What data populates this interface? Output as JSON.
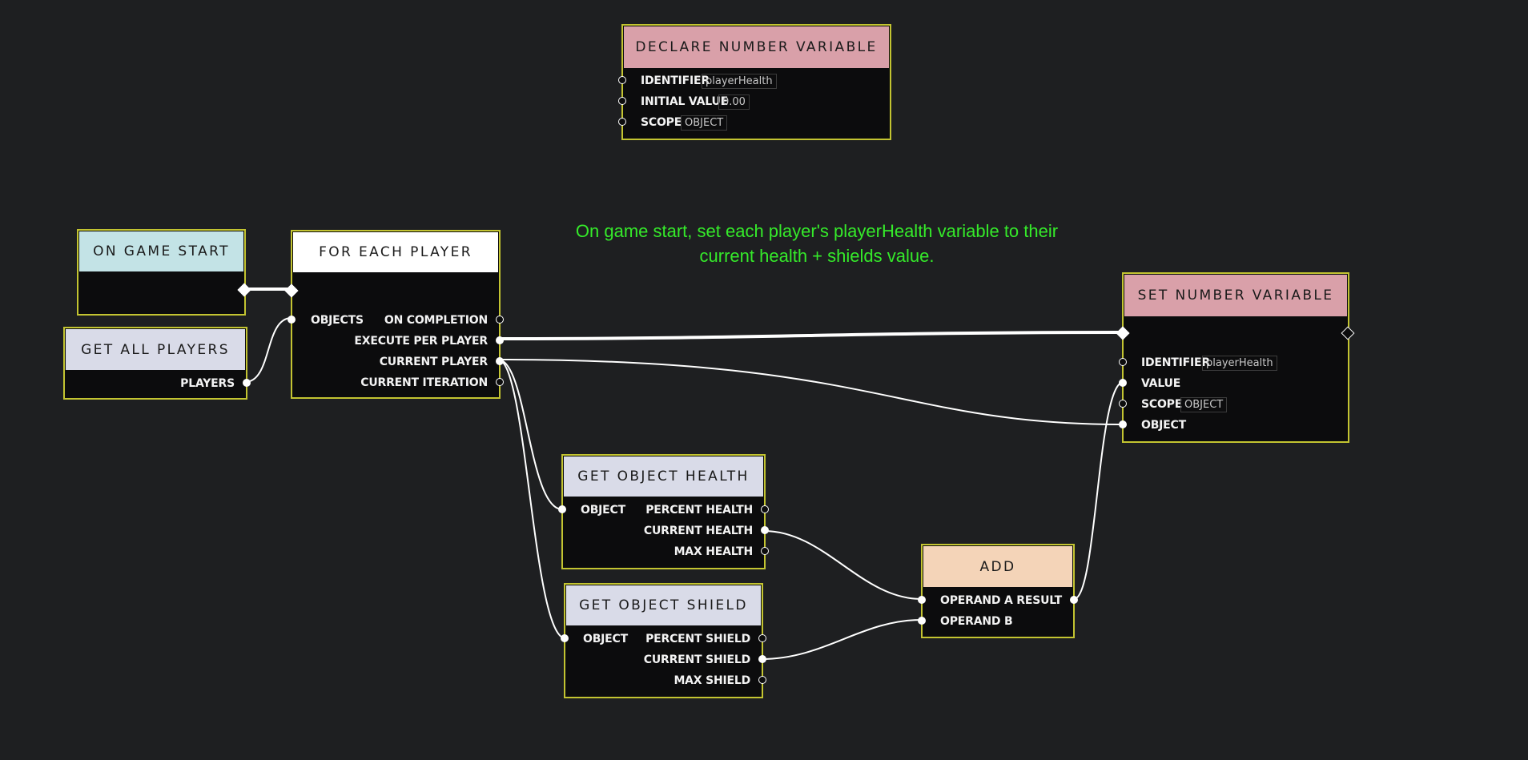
{
  "comment": {
    "line1": "On game start, set each player's playerHealth variable to their",
    "line2": "current health + shields value."
  },
  "colors": {
    "background": "#1e1f21",
    "node_border": "#c3c431",
    "comment": "#35ea2a",
    "header_variable": "#d9a0a9",
    "header_event": "#c3e3e6",
    "header_flow": "#ffffff",
    "header_getter": "#d9dbe8",
    "header_math": "#f4d4b8"
  },
  "nodes": {
    "declare": {
      "title": "DECLARE NUMBER VARIABLE",
      "identifier_label": "IDENTIFIER",
      "identifier_value": "playerHealth",
      "initial_label": "INITIAL VALUE",
      "initial_value": "0.00",
      "scope_label": "SCOPE",
      "scope_value": "OBJECT"
    },
    "game_start": {
      "title": "ON GAME START"
    },
    "all_players": {
      "title": "GET ALL PLAYERS",
      "players": "PLAYERS"
    },
    "for_each": {
      "title": "FOR EACH PLAYER",
      "objects": "OBJECTS",
      "on_completion": "ON COMPLETION",
      "execute": "EXECUTE PER PLAYER",
      "current_player": "CURRENT PLAYER",
      "current_iteration": "CURRENT ITERATION"
    },
    "set_var": {
      "title": "SET NUMBER VARIABLE",
      "identifier_label": "IDENTIFIER",
      "identifier_value": "playerHealth",
      "value_label": "VALUE",
      "scope_label": "SCOPE",
      "scope_value": "OBJECT",
      "object_label": "OBJECT"
    },
    "health": {
      "title": "GET OBJECT HEALTH",
      "object": "OBJECT",
      "percent": "PERCENT HEALTH",
      "current": "CURRENT HEALTH",
      "max": "MAX HEALTH"
    },
    "shield": {
      "title": "GET OBJECT SHIELD",
      "object": "OBJECT",
      "percent": "PERCENT SHIELD",
      "current": "CURRENT SHIELD",
      "max": "MAX SHIELD"
    },
    "add": {
      "title": "ADD",
      "operand_a": "OPERAND A",
      "operand_b": "OPERAND B",
      "result": "RESULT"
    }
  }
}
